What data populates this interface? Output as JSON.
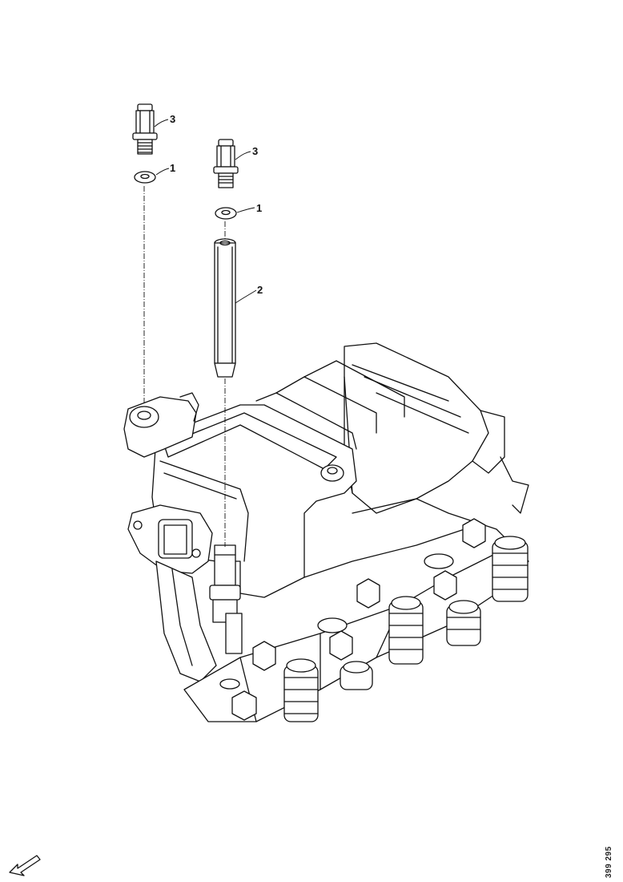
{
  "diagram": {
    "callouts": [
      {
        "id": "c3a",
        "label": "3"
      },
      {
        "id": "c1a",
        "label": "1"
      },
      {
        "id": "c3b",
        "label": "3"
      },
      {
        "id": "c1b",
        "label": "1"
      },
      {
        "id": "c2",
        "label": "2"
      }
    ],
    "reference_code": "399 295",
    "orientation_icon": "front-direction-arrow-icon"
  }
}
